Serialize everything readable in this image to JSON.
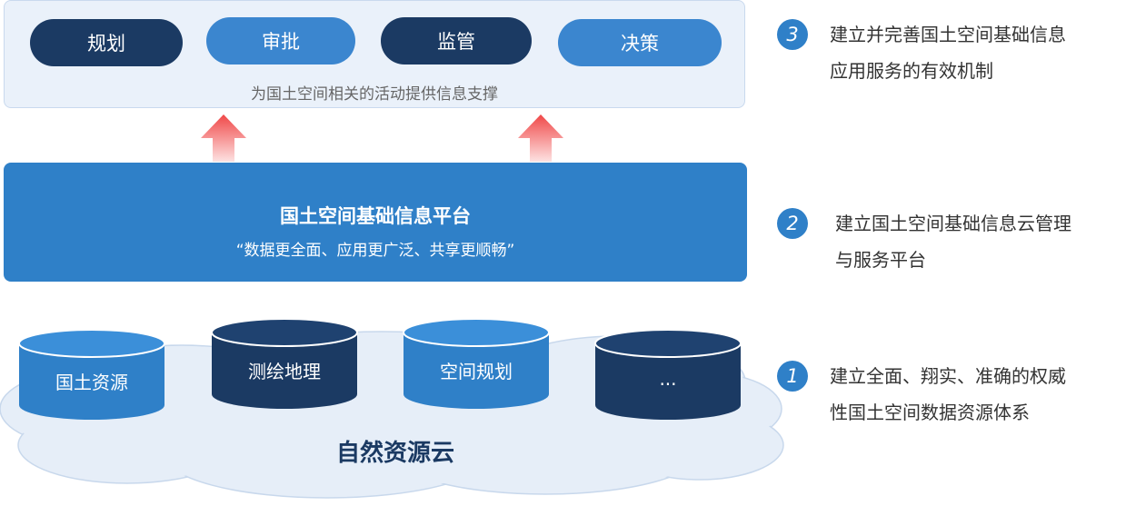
{
  "top": {
    "pills": [
      "规划",
      "审批",
      "监管",
      "决策"
    ],
    "subtitle": "为国土空间相关的活动提供信息支撑"
  },
  "platform": {
    "title": "国土空间基础信息平台",
    "subtitle": "“数据更全面、应用更广泛、共享更顺畅”"
  },
  "cloud": {
    "label": "自然资源云",
    "databases": [
      "国土资源",
      "测绘地理",
      "空间规划",
      "..."
    ]
  },
  "steps": [
    {
      "num": "3",
      "line1": "建立并完善国土空间基础信息",
      "line2": "应用服务的有效机制"
    },
    {
      "num": "2",
      "line1": "建立国土空间基础信息云管理",
      "line2": "与服务平台"
    },
    {
      "num": "1",
      "line1": "建立全面、翔实、准确的权威",
      "line2": "性国土空间数据资源体系"
    }
  ],
  "colors": {
    "dark_blue": "#1b3a63",
    "mid_blue": "#2f80c8",
    "light_blue": "#3b86cf",
    "arrow_red": "#f05a5a",
    "cloud_fill": "#e6eef8"
  }
}
